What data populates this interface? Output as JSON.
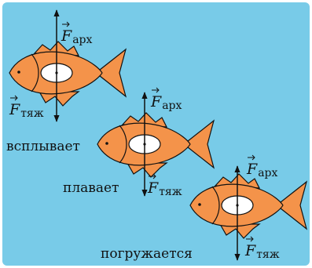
{
  "colors": {
    "water": "#78cbe8",
    "fish_body": "#f4934a",
    "fish_outline": "#111111",
    "eye_white": "#ffffff",
    "arrow": "#111111"
  },
  "force_labels": {
    "buoyant_symbol": "F",
    "buoyant_subscript": "арх",
    "gravity_symbol": "F",
    "gravity_subscript": "тяж"
  },
  "fish": [
    {
      "id": "fish-1",
      "state_label": "всплывает"
    },
    {
      "id": "fish-2",
      "state_label": "плавает"
    },
    {
      "id": "fish-3",
      "state_label": "погружается"
    }
  ]
}
